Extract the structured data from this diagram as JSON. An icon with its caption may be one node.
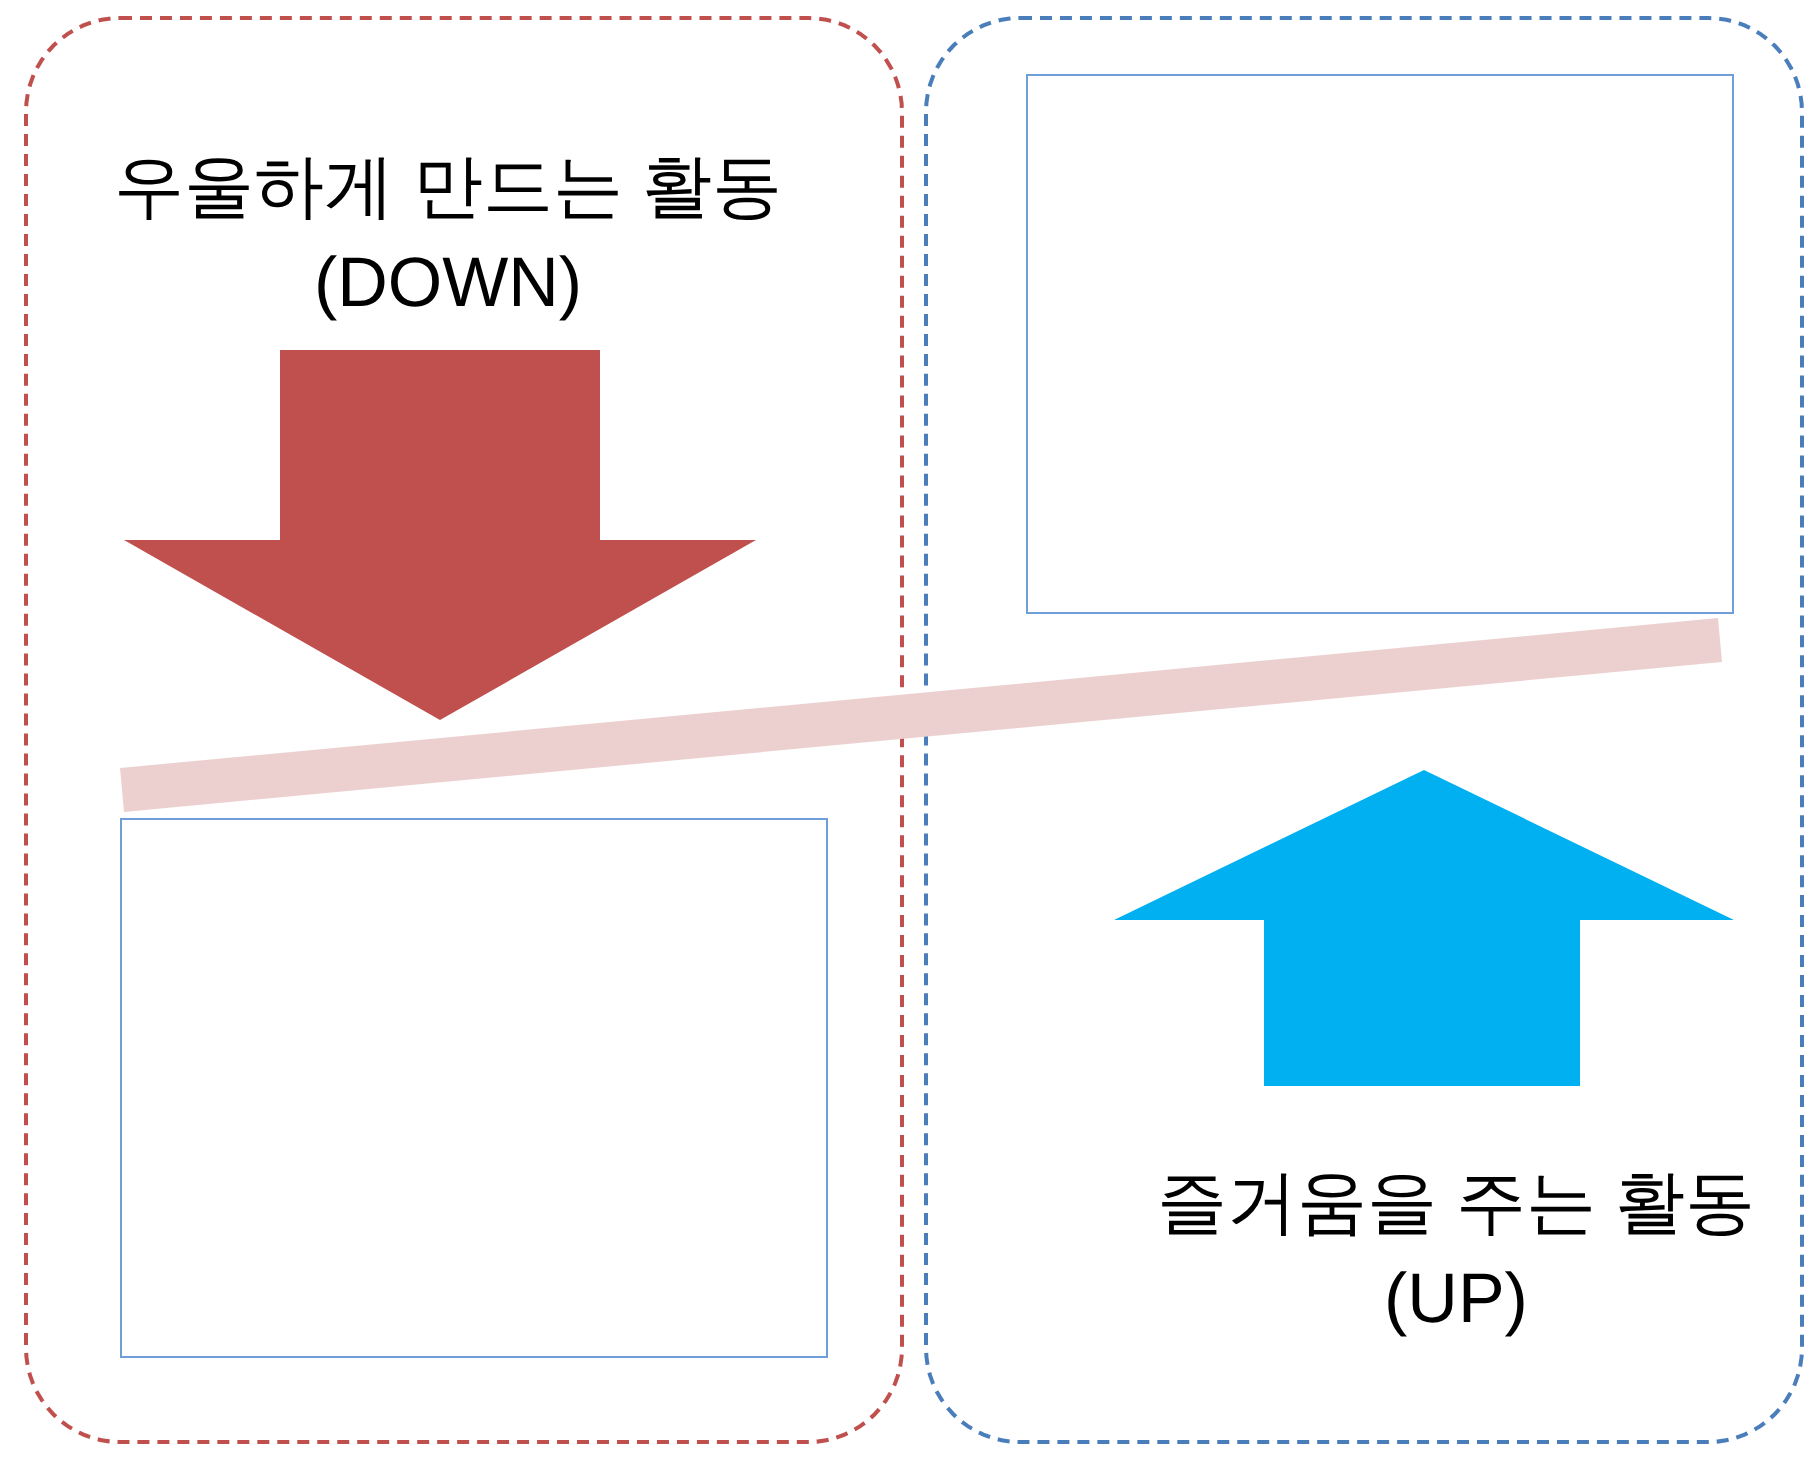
{
  "diagram": {
    "nodes": [
      {
        "text": [
          "우울하게 만드는 활동",
          "(DOWN)"
        ]
      },
      {
        "text": [],
        "shape": "box",
        "in": 0
      },
      {
        "text": [
          "즐거움을 주는 활동",
          "(UP)"
        ]
      },
      {
        "text": [],
        "shape": "box",
        "in": 2
      },
      {
        "text": [],
        "shape": "bar"
      }
    ]
  }
}
